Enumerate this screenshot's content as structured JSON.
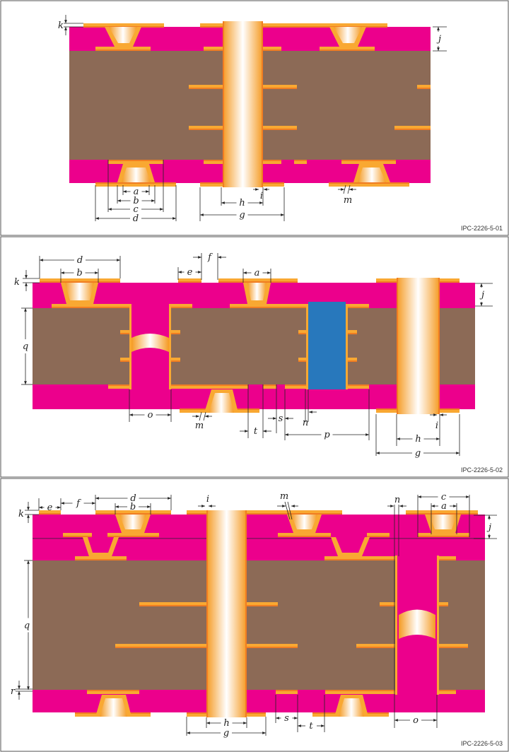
{
  "colors": {
    "copper": "#f9a832",
    "copper_dark": "#f07d22",
    "prepreg": "#ec008c",
    "core": "#8c6a56",
    "filled_via": "#2878bc"
  },
  "panels": [
    {
      "figure_id": "IPC-2226-5-01",
      "labels": {
        "a": "a",
        "b": "b",
        "c": "c",
        "d": "d",
        "g": "g",
        "h": "h",
        "i": "i",
        "j": "j",
        "k": "k",
        "m": "m"
      }
    },
    {
      "figure_id": "IPC-2226-5-02",
      "labels": {
        "a": "a",
        "b": "b",
        "d": "d",
        "e": "e",
        "f": "f",
        "g": "g",
        "h": "h",
        "i": "i",
        "j": "j",
        "k": "k",
        "m": "m",
        "n": "n",
        "o": "o",
        "p": "p",
        "q": "q",
        "s": "s",
        "t": "t"
      }
    },
    {
      "figure_id": "IPC-2226-5-03",
      "labels": {
        "a": "a",
        "b": "b",
        "c": "c",
        "d": "d",
        "e": "e",
        "f": "f",
        "g": "g",
        "h": "h",
        "i": "i",
        "j": "j",
        "k": "k",
        "m": "m",
        "n": "n",
        "o": "o",
        "q": "q",
        "r": "r",
        "s": "s",
        "t": "t"
      }
    }
  ]
}
